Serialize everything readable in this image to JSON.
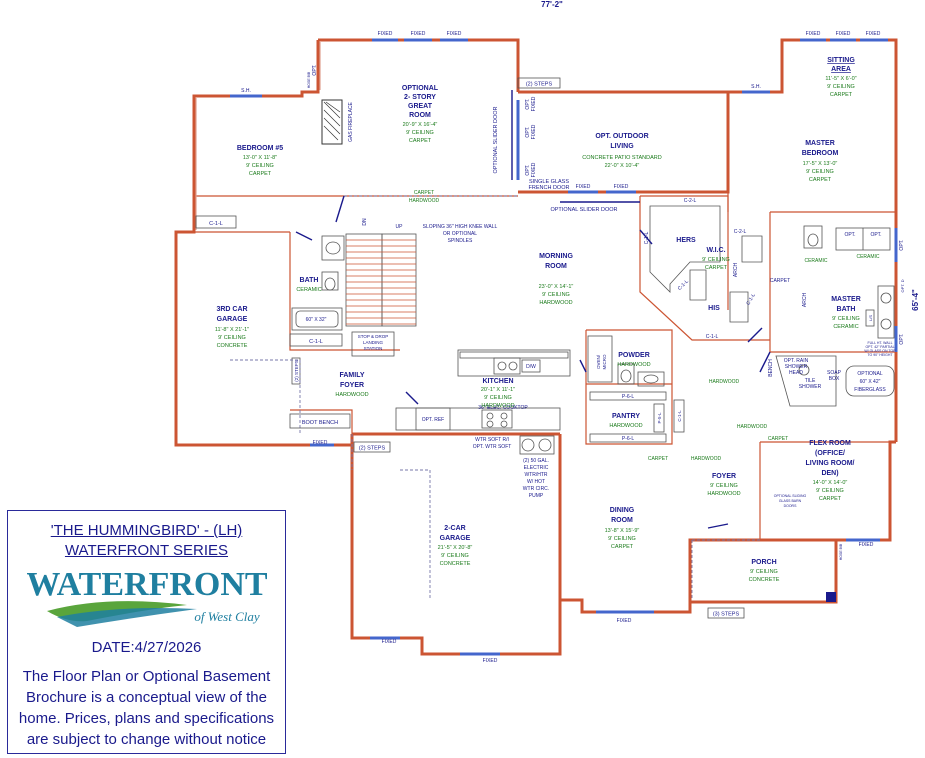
{
  "dims": {
    "width": "77'-2\"",
    "depth": "65'-4\""
  },
  "rooms": {
    "great_room": {
      "name_lines": [
        "OPTIONAL",
        "2- STORY",
        "GREAT",
        "ROOM"
      ],
      "size": "20'-9\" X 16'-4\"",
      "ceiling": "9' CEILING",
      "floor": "CARPET"
    },
    "bedroom5": {
      "name": "BEDROOM #5",
      "size": "13'-0\" X 11'-8\"",
      "ceiling": "9' CEILING",
      "floor": "CARPET"
    },
    "outdoor": {
      "name_lines": [
        "OPT. OUTDOOR",
        "LIVING"
      ],
      "detail": "CONCRETE PATIO STANDARD",
      "size": "22'-0\" X 10'-4\""
    },
    "sitting": {
      "name_lines": [
        "SITTING",
        "AREA"
      ],
      "size": "11'-5\" X 6'-0\"",
      "ceiling": "9' CEILING",
      "floor": "CARPET"
    },
    "master_bed": {
      "name_lines": [
        "MASTER",
        "BEDROOM"
      ],
      "size": "17'-5\" X 13'-0\"",
      "ceiling": "9' CEILING",
      "floor": "CARPET"
    },
    "garage3": {
      "name_lines": [
        "3RD CAR",
        "GARAGE"
      ],
      "size": "11'-8\" X 21'-1\"",
      "ceiling": "9' CEILING",
      "floor": "CONCRETE"
    },
    "bath": {
      "name": "BATH",
      "floor": "CERAMIC"
    },
    "morning": {
      "name_lines": [
        "MORNING",
        "ROOM"
      ],
      "size": "23'-0\" X 14'-1\"",
      "ceiling": "9' CEILING",
      "floor": "HARDWOOD"
    },
    "wic": {
      "name": "W.I.C.",
      "ceiling": "9' CEILING",
      "floor": "CARPET"
    },
    "hers": "HERS",
    "his": "HIS",
    "master_bath": {
      "name_lines": [
        "MASTER",
        "BATH"
      ],
      "ceiling": "9' CEILING",
      "floor": "CERAMIC"
    },
    "family_foyer": {
      "name_lines": [
        "FAMILY",
        "FOYER"
      ],
      "floor": "HARDWOOD"
    },
    "kitchen": {
      "name": "KITCHEN",
      "size": "20'-1\" X 11'-1\"",
      "ceiling": "9' CEILING",
      "floor": "HARDWOOD",
      "cooktop": "36\" ELEC. COOKTOP"
    },
    "powder": {
      "name": "POWDER",
      "floor": "HARDWOOD"
    },
    "pantry": {
      "name": "PANTRY",
      "floor": "HARDWOOD"
    },
    "flex": {
      "name_lines": [
        "FLEX ROOM",
        "(OFFICE/",
        "LIVING ROOM/",
        "DEN)"
      ],
      "size": "14'-0\" X 14'-0\"",
      "ceiling": "9' CEILING",
      "floor": "CARPET"
    },
    "garage2": {
      "name_lines": [
        "2-CAR",
        "GARAGE"
      ],
      "size": "21'-5\" X 20'-8\"",
      "ceiling": "9' CEILING",
      "floor": "CONCRETE"
    },
    "dining": {
      "name_lines": [
        "DINING",
        "ROOM"
      ],
      "size": "13'-8\" X 15'-9\"",
      "ceiling": "9' CEILING",
      "floor": "CARPET"
    },
    "foyer": {
      "name": "FOYER",
      "ceiling": "9' CEILING",
      "floor": "HARDWOOD"
    },
    "porch": {
      "name": "PORCH",
      "ceiling": "9' CEILING",
      "floor": "CONCRETE"
    }
  },
  "labels": {
    "fixed": "FIXED",
    "sh": "S.H.",
    "opt": "OPT.",
    "two_steps": "(2) STEPS",
    "gas_fireplace": "GAS FIREPLACE",
    "opt_slider": "OPTIONAL SLIDER DOOR",
    "single_glass": "SINGLE GLASS",
    "french_door": "FRENCH DOOR",
    "carpet": "CARPET",
    "hardwood": "HARDWOOD",
    "ceramic": "CERAMIC",
    "dn": "DN",
    "up": "UP",
    "knee_wall": [
      "SLOPING 36\" HIGH KNEE WALL",
      "OR OPTIONAL",
      "SPINDLES"
    ],
    "stop_drop": [
      "STOP & DROP",
      "LANDING",
      "STATION"
    ],
    "tub": "60\" X 32\"",
    "c1l": "C-1-L",
    "c2l": "C-2-L",
    "p6l": "P-6-L",
    "p5l": "P-5-L",
    "arch": "ARCH",
    "bench": "BENCH",
    "boot_bench": "BOOT BENCH",
    "dw": "D/W",
    "opt_ref": "OPT. REF",
    "oven_micro": [
      "OVEN/",
      "MICRO"
    ],
    "wtr_soft": [
      "WTR SOFT R/I",
      "OPT. WTR SOFT"
    ],
    "water_heater": [
      "(2) 50 GAL.",
      "ELECTRIC",
      "WTR/HTR",
      "W/ HOT",
      "WTR CIRC.",
      "PUMP"
    ],
    "rain_shower": [
      "OPT. RAIN",
      "SHOWER",
      "HEAD"
    ],
    "tile_shower": [
      "TILE",
      "SHOWER"
    ],
    "soap_box": [
      "SOAP",
      "BOX"
    ],
    "fiberglass": [
      "OPTIONAL",
      "60\" X 42\"",
      "FIBERGLASS"
    ],
    "full_ht_wall": [
      "FULL HT. WALL",
      "OPT. 42\" PARTIAL",
      "W/ GLASS ON TOP",
      "TO 90\" HEIGHT"
    ],
    "sliding_barn": [
      "OPTIONAL SLIDING",
      "GLASS BARN",
      "DOORS"
    ],
    "porch_steps": "(3) STEPS",
    "opt_d": "OPT. D",
    "hose_bib": "HOSE BIB",
    "ls": "L/S"
  },
  "infobox": {
    "title": "'THE HUMMINGBIRD' - (LH)",
    "series": "WATERFRONT SERIES",
    "logo_main": "WATERFRONT",
    "logo_sub": "of West Clay",
    "date": "DATE:4/27/2026",
    "note": "The Floor Plan or Optional Basement Brochure is a conceptual view of the home.  Prices, plans and specifications are subject to change without notice"
  },
  "colors": {
    "wall": "#cc5533",
    "label_blue": "#1a1a8c",
    "label_green": "#1a7a1a",
    "window": "#4466cc",
    "logo_teal": "#1f7fa0",
    "logo_green": "#5aa53c"
  }
}
